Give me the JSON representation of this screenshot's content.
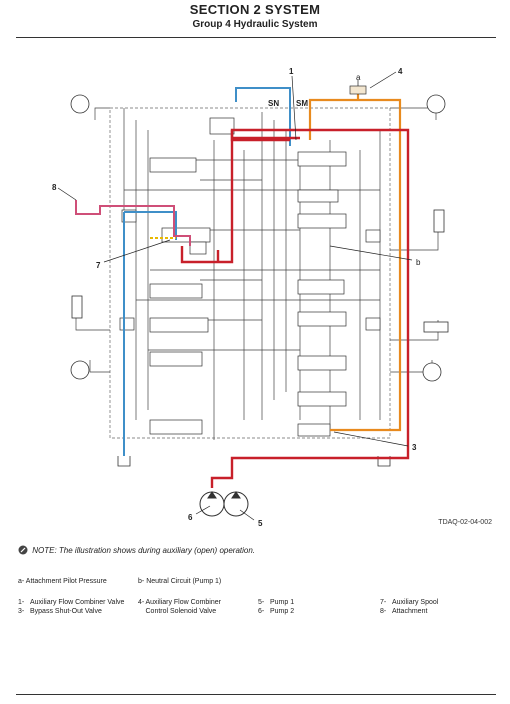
{
  "header": {
    "section": "SECTION 2 SYSTEM",
    "group": "Group 4 Hydraulic System"
  },
  "figure": {
    "id": "TDAQ-02-04-002",
    "labels": {
      "n1": "1",
      "n3": "3",
      "n4": "4",
      "n5": "5",
      "n6": "6",
      "n7": "7",
      "n8": "8",
      "a": "a",
      "b": "b",
      "sn": "SN",
      "sm": "SM"
    },
    "colors": {
      "neutral_red": "#c8202a",
      "pilot_orange": "#e88a1e",
      "blue_line": "#3f8fc8",
      "pink_line": "#cf4f78",
      "schematic": "#444444"
    }
  },
  "note": {
    "label": "NOTE:",
    "text": "The illustration shows during auxiliary (open) operation."
  },
  "legend_letters": [
    {
      "key": "a-",
      "text": "Attachment Pilot Pressure"
    },
    {
      "key": "b-",
      "text": "Neutral Circuit (Pump 1)"
    }
  ],
  "legend_numbers": {
    "col1": [
      {
        "key": "1-",
        "text": "Auxiliary Flow Combiner Valve"
      },
      {
        "key": "3-",
        "text": "Bypass Shut-Out Valve"
      }
    ],
    "col2": [
      {
        "key": "4-",
        "text": "Auxiliary Flow Combiner Control Solenoid Valve"
      }
    ],
    "col3": [
      {
        "key": "5-",
        "text": "Pump 1"
      },
      {
        "key": "6-",
        "text": "Pump 2"
      }
    ],
    "col4": [
      {
        "key": "7-",
        "text": "Auxiliary Spool"
      },
      {
        "key": "8-",
        "text": "Attachment"
      }
    ]
  }
}
